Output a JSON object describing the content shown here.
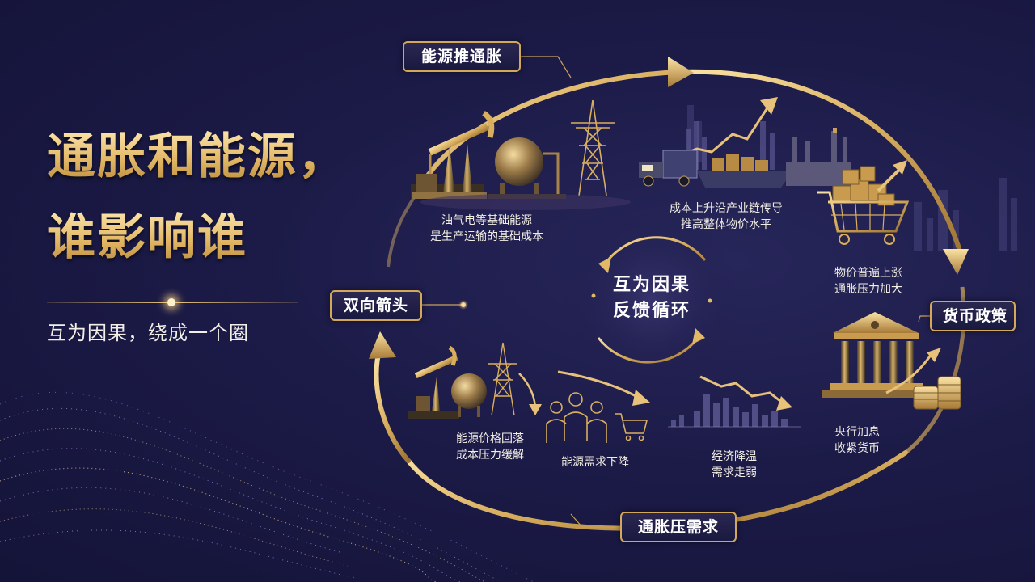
{
  "title": {
    "line1": "通胀和能源，",
    "line2": "谁影响谁"
  },
  "subtitle": "互为因果，绕成一个圈",
  "labels": {
    "energy_push": "能源推通胀",
    "bidirectional": "双向箭头",
    "monetary_policy": "货币政策",
    "inflation_suppresses_demand": "通胀压需求"
  },
  "center": {
    "line1": "互为因果",
    "line2": "反馈循环"
  },
  "captions": {
    "base_energy": [
      "油气电等基础能源",
      "是生产运输的基础成本"
    ],
    "cost_transmission": [
      "成本上升沿产业链传导",
      "推高整体物价水平"
    ],
    "price_rise": [
      "物价普遍上涨",
      "通胀压力加大"
    ],
    "central_bank": [
      "央行加息",
      "收紧货币"
    ],
    "economy_cooling": [
      "经济降温",
      "需求走弱"
    ],
    "energy_demand_down": "能源需求下降",
    "energy_price_fall": [
      "能源价格回落",
      "成本压力缓解"
    ]
  },
  "icons": [
    "oil-pump-icon",
    "gas-tank-icon",
    "power-tower-icon",
    "truck-icon",
    "ship-icon",
    "factory-icon",
    "shopping-cart-icon",
    "bank-icon",
    "coins-icon",
    "people-icon",
    "declining-chart-icon"
  ],
  "colors": {
    "background": "#1c1b48",
    "gold": "#d8ae5f",
    "gold_light": "#fde9b1",
    "text": "#ffffff"
  }
}
